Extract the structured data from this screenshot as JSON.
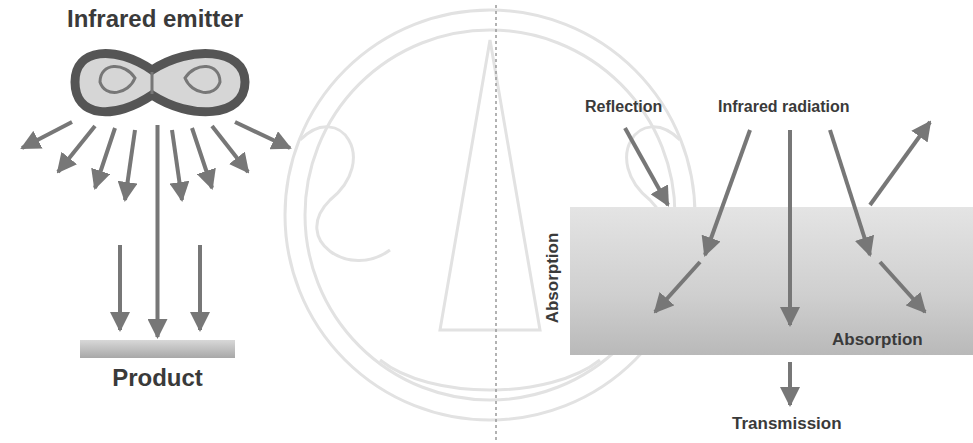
{
  "diagram": {
    "nodes": [
      {
        "text": [
          "Infrared emitter"
        ]
      },
      {
        "text": [
          "Product"
        ]
      }
    ],
    "edges": [
      {
        "from": 0,
        "to": 1,
        "arrow": "to"
      }
    ],
    "labels": [
      "Reflection",
      "Infrared radiation",
      "Absorption",
      "Absorption",
      "Transmission"
    ]
  }
}
